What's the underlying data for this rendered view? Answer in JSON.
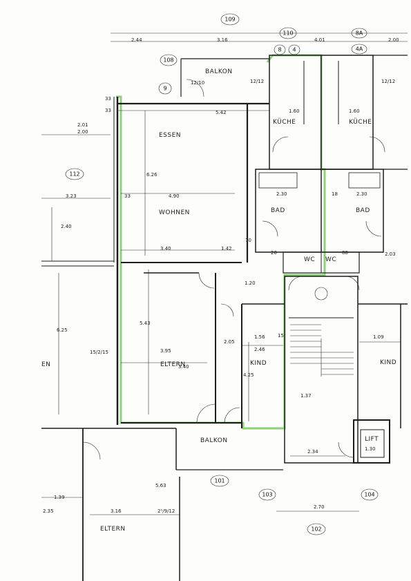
{
  "rooms": {
    "balkon_top": "BALKON",
    "essen": "ESSEN",
    "wohnen": "WOHNEN",
    "eltern": "ELTERN",
    "kind_left": "KIND",
    "kind_right": "KIND",
    "bad_left": "BAD",
    "bad_right": "BAD",
    "kuche_left": "KÜCHE",
    "kuche_right": "KÜCHE",
    "wc_left": "WC",
    "wc_right": "WC",
    "balkon_bottom": "BALKON",
    "lift": "LIFT",
    "eltern_bottom": "ELTERN",
    "en_left": "EN"
  },
  "axis_tags": {
    "t109": "109",
    "t110": "110",
    "t108": "108",
    "t9": "9",
    "t8": "8",
    "t4": "4",
    "t8a": "8A",
    "t4a": "4A",
    "t112": "112",
    "t101": "101",
    "t102": "102",
    "t103": "103",
    "t104": "104"
  },
  "dims": {
    "d_244": "2.44",
    "d_316a": "3.16",
    "d_401": "4.01",
    "d_200top": "2.00",
    "d_542": "5.42",
    "d_160a": "1.60",
    "d_160b": "1.60",
    "d_201": "2.01",
    "d_200b": "2.00",
    "d_626": "6.26",
    "d_490": "4.90",
    "d_323": "3.23",
    "d_33a": "33",
    "d_33b": "33",
    "d_33c": "33",
    "d_240": "2.40",
    "d_340": "3.40",
    "d_142": "1.42",
    "d_230a": "2.30",
    "d_230b": "2.30",
    "d_543": "5.43",
    "d_395": "3.95",
    "d_1521": "15/2/15",
    "d_625": "6.25",
    "d_205": "2.05",
    "d_156": "1.56",
    "d_246": "2.46",
    "d_109": "1.09",
    "d_425": "4.25",
    "d_137": "1.37",
    "d_234": "2.34",
    "d_130": "1.30",
    "d_270": "2.70",
    "d_139": "1.39",
    "d_316b": "3.16",
    "d_2791": "2¹/9/12",
    "d_340b": "3.40",
    "d_1212a": "12/12",
    "d_1212b": "12/12",
    "d_1210": "12/10",
    "d_563": "5.63",
    "d_235": "2.35",
    "d_203": "2.03",
    "d_120": "1.20",
    "d_88": "88",
    "d_70": "70",
    "d_15": "15",
    "d_20": "20",
    "d_18": "18"
  },
  "colors": {
    "highlight": "#8fd07a",
    "wall": "#1c1c1c",
    "paper": "#fdfdfb"
  }
}
